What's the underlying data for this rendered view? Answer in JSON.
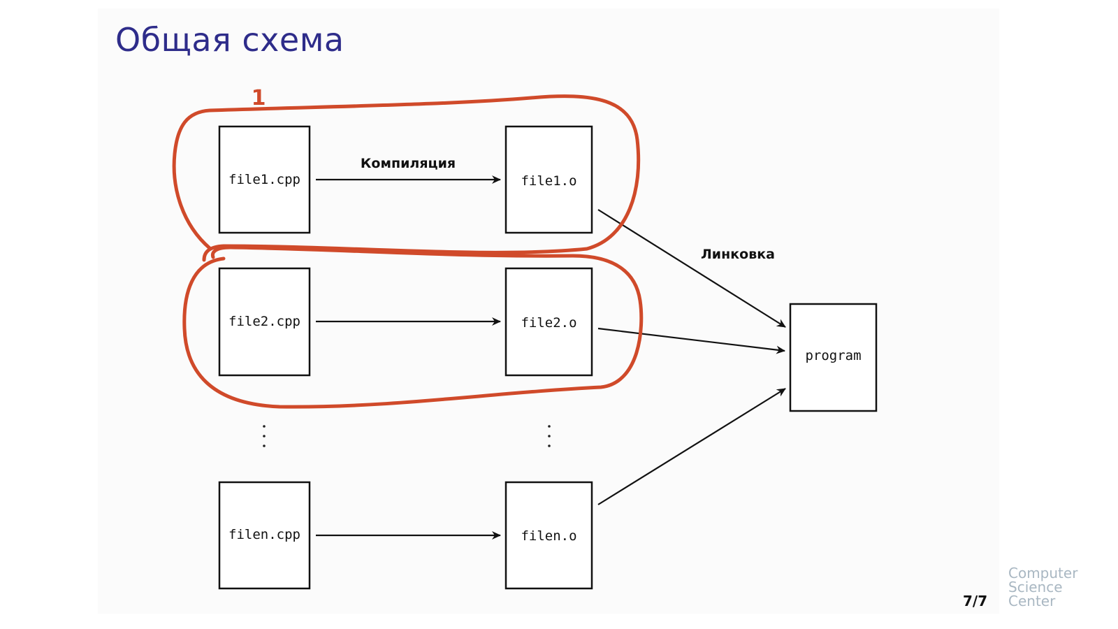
{
  "title": "Общая схема",
  "page_number": "7/7",
  "logo_lines": [
    "Computer",
    "Science",
    "Center"
  ],
  "annotation_mark": "1",
  "sources": [
    "file1.cpp",
    "file2.cpp",
    "filen.cpp"
  ],
  "objects": [
    "file1.o",
    "file2.o",
    "filen.o"
  ],
  "output": "program",
  "compile_label": "Компиляция",
  "link_label": "Линковка",
  "colors": {
    "title": "#2e2c8a",
    "annotation": "#d04a2a",
    "logo": "#a9b7c2"
  }
}
